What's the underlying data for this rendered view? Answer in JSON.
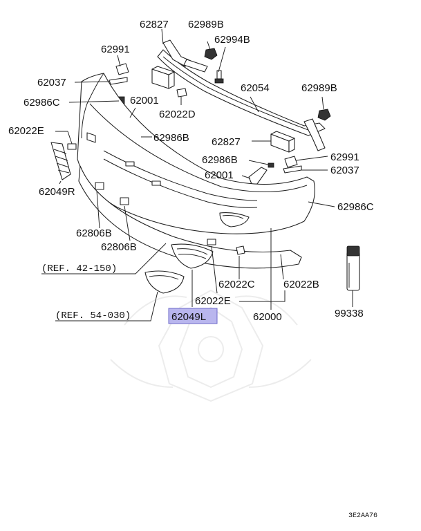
{
  "diagram": {
    "labels": {
      "p62827_top": "62827",
      "p62989B_top": "62989B",
      "p62994B": "62994B",
      "p62991_left": "62991",
      "p62037_left": "62037",
      "p62001_top": "62001",
      "p62986C_left": "62986C",
      "p62022D": "62022D",
      "p62054": "62054",
      "p62989B_right": "62989B",
      "p62022E_left": "62022E",
      "p62986B_top": "62986B",
      "p62827_mid": "62827",
      "p62991_right": "62991",
      "p62986B_mid": "62986B",
      "p62037_right": "62037",
      "p62001_mid": "62001",
      "p62049R": "62049R",
      "p62986C_right": "62986C",
      "p62806B_a": "62806B",
      "p62806B_b": "62806B",
      "p62022C": "62022C",
      "p62022B": "62022B",
      "p62022E_bottom": "62022E",
      "p62000": "62000",
      "p99338": "99338",
      "p62049L": "62049L"
    },
    "refs": {
      "ref_42_150": "(REF. 42-150)",
      "ref_54_030": "(REF. 54-030)"
    },
    "highlighted_part": "62049L",
    "highlight_color": "#b9b6ee",
    "figure_code": "3E2AA76"
  }
}
